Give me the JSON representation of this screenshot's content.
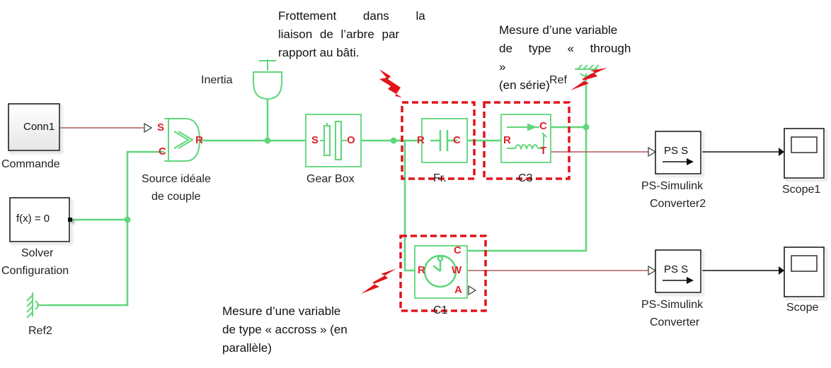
{
  "blocks": {
    "conn1": {
      "text": "Conn1",
      "label": "Commande"
    },
    "solver": {
      "text": "f(x) = 0",
      "label_line1": "Solver",
      "label_line2": "Configuration"
    },
    "ref2": {
      "label": "Ref2"
    },
    "source": {
      "label_line1": "Source idéale",
      "label_line2": "de couple",
      "port_s": "S",
      "port_c": "C",
      "port_r": "R"
    },
    "inertia": {
      "label": "Inertia"
    },
    "gearbox": {
      "label": "Gear Box",
      "port_s": "S",
      "port_o": "O"
    },
    "friction": {
      "label": "Fr.",
      "port_r": "R",
      "port_c": "C"
    },
    "c3": {
      "label": "C3",
      "port_r": "R",
      "port_c": "C",
      "port_t": "T"
    },
    "ref": {
      "label": "Ref"
    },
    "c1": {
      "label": "C1",
      "port_r": "R",
      "port_c": "C",
      "port_w": "W",
      "port_a": "A"
    },
    "ps2": {
      "text": "PS S",
      "label_line1": "PS-Simulink",
      "label_line2": "Converter2"
    },
    "ps1": {
      "text": "PS S",
      "label_line1": "PS-Simulink",
      "label_line2": "Converter"
    },
    "scope1": {
      "label": "Scope1"
    },
    "scope": {
      "label": "Scope"
    }
  },
  "annotations": {
    "friction_line1": "Frottement dans la",
    "friction_line2": "liaison de l’arbre par",
    "friction_line3": "rapport au bâti.",
    "through_line1": "Mesure d’une variable",
    "through_line2": "de type « through »",
    "through_line3": "(en série)",
    "across_line1": "Mesure d’une variable",
    "across_line2": "de type « accross » (en",
    "across_line3": "parallèle)"
  },
  "colors": {
    "physical_line": "#5fd67a",
    "signal_line": "#b05a5a",
    "port_label": "#e0202a",
    "highlight_box": "#e0151b",
    "lightning": "#e0151b"
  }
}
